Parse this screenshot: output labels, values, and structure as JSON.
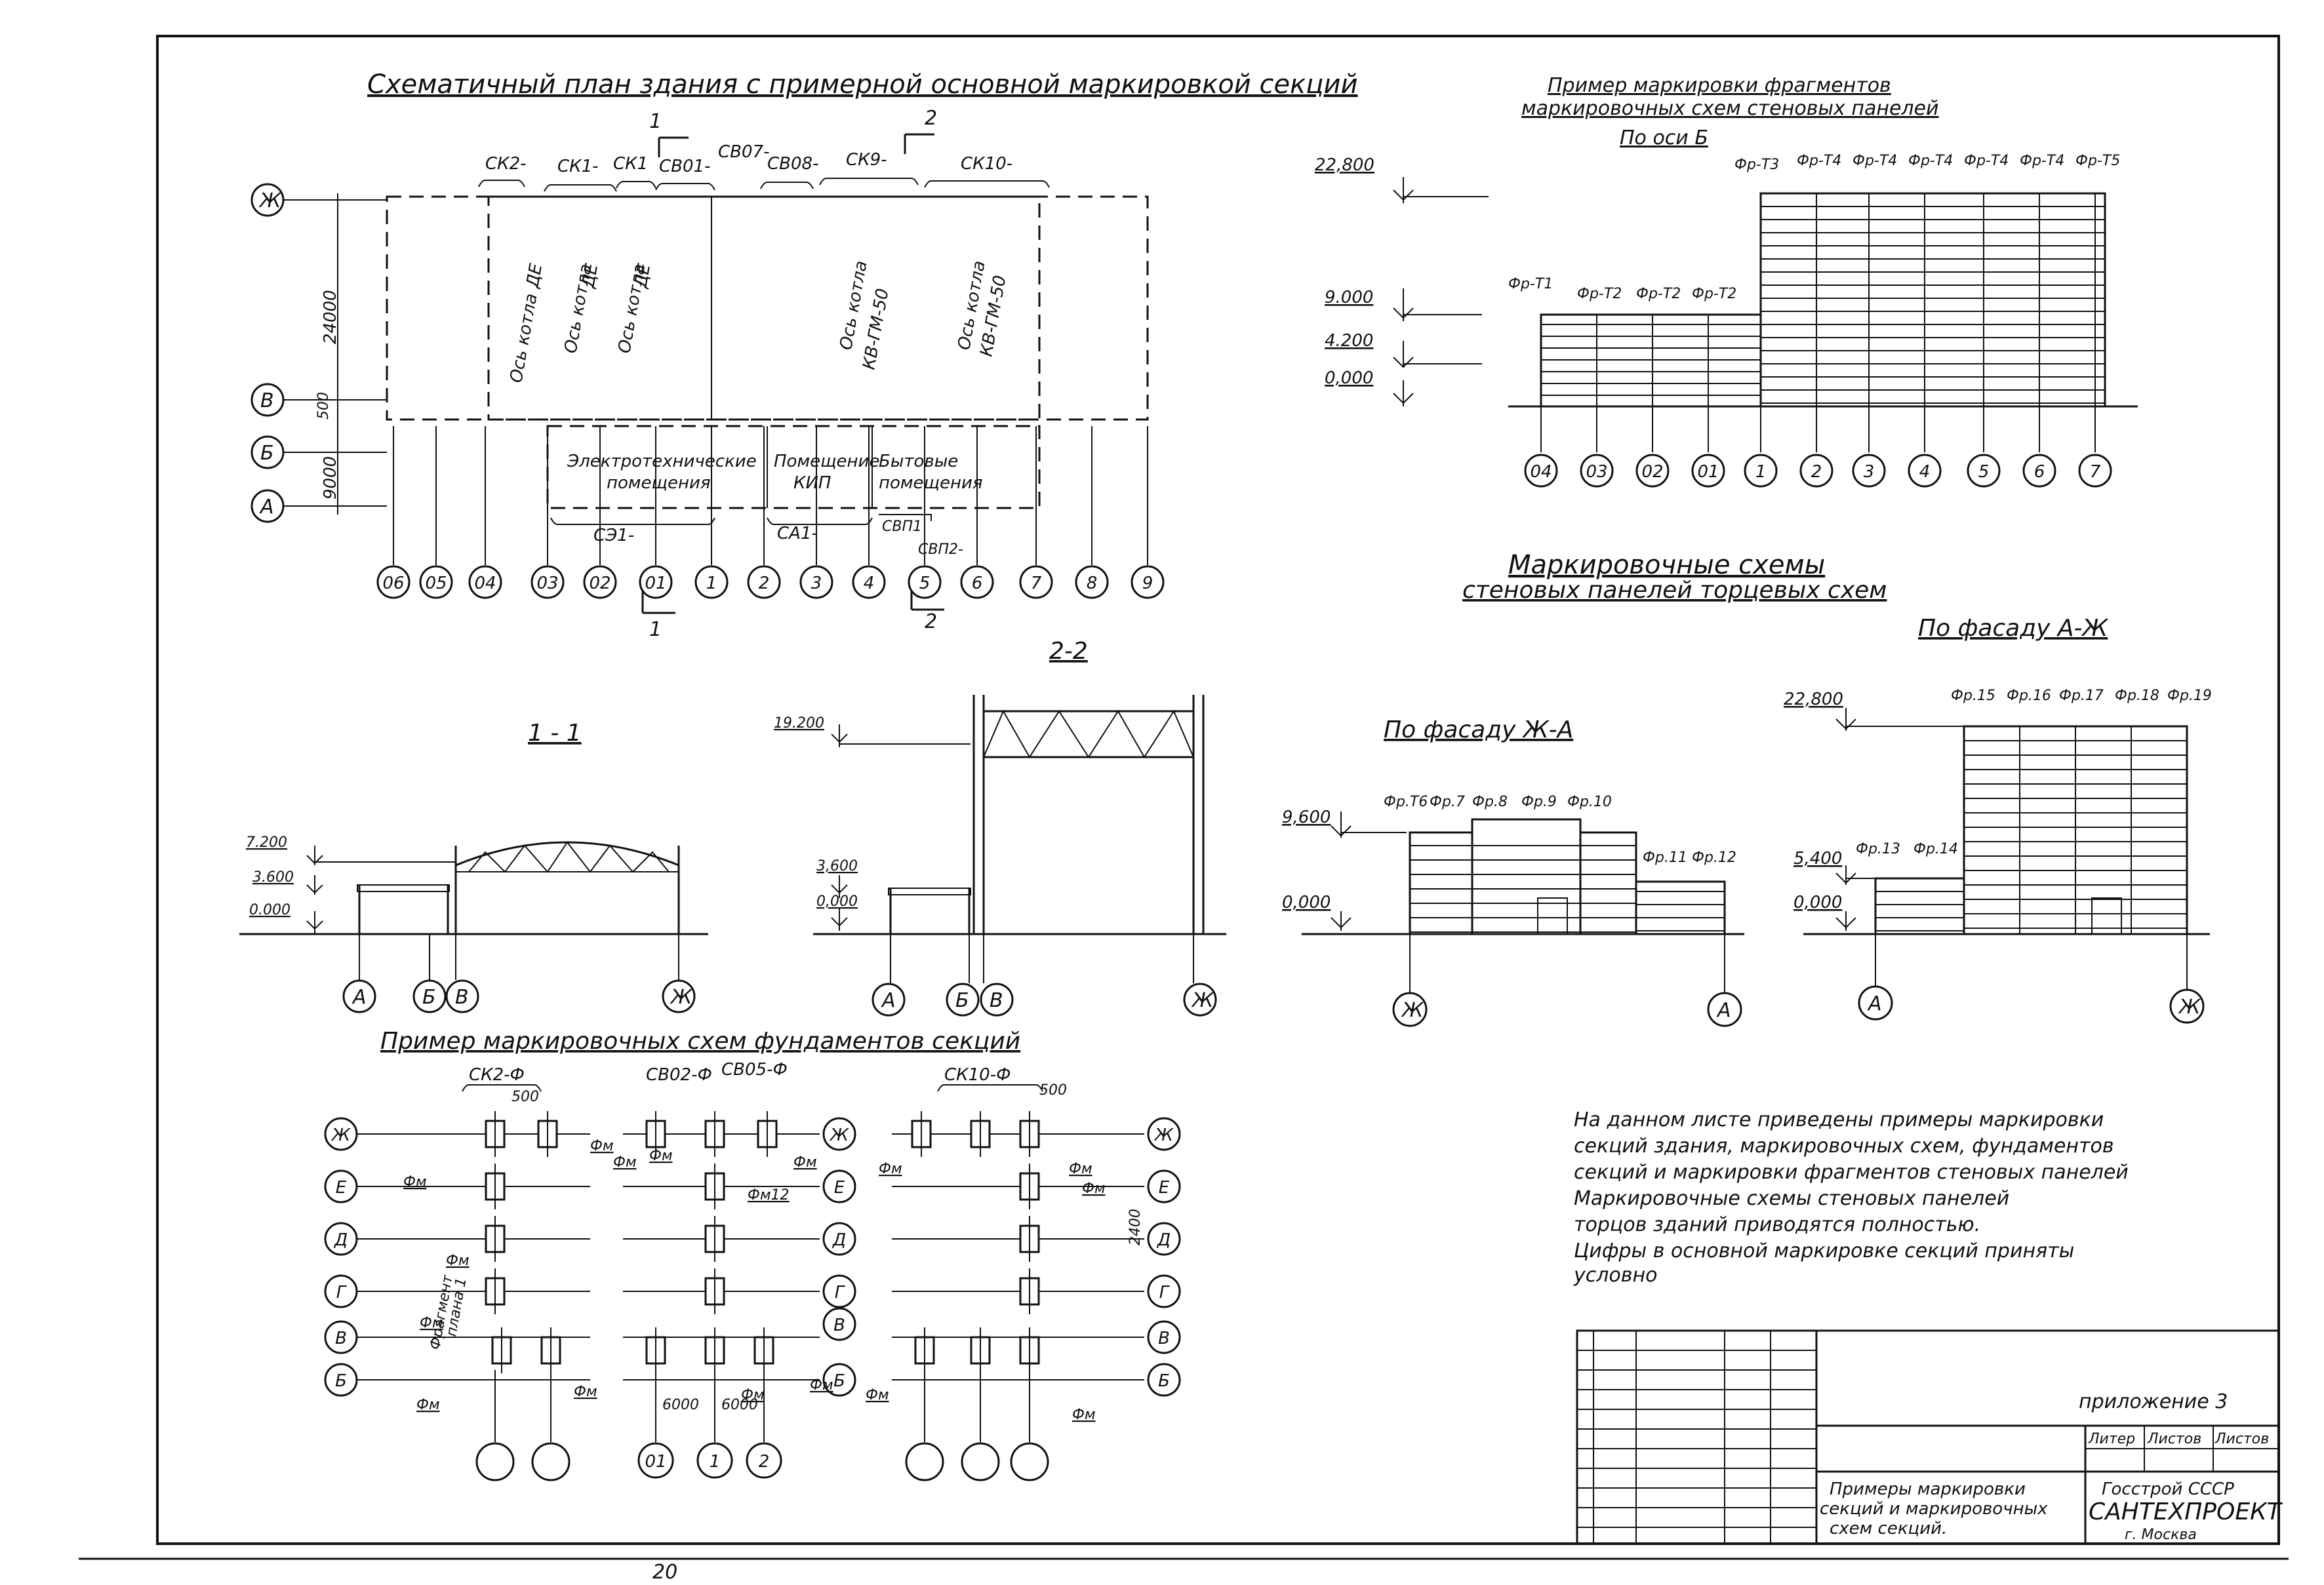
{
  "plan": {
    "title": "Схематичный план здания с примерной основной маркировкой секций",
    "sec1": "1",
    "sec2": "2",
    "dim_24000": "24000",
    "dim_500": "500",
    "dim_9000": "9000",
    "row_labels": [
      "Ж",
      "В",
      "Б",
      "А"
    ],
    "top_labels": [
      "СК2-",
      "СК1-",
      "СК1",
      "СВ01-",
      "СВ07-",
      "СВ08-",
      "СК9-",
      "СК10-"
    ],
    "boiler_axes": [
      {
        "l1": "Ось котла",
        "l2": "ДЕ"
      },
      {
        "l1": "Ось котла",
        "l2": "ДЕ"
      },
      {
        "l1": "Ось котла",
        "l2": "ДЕ"
      },
      {
        "l1": "Ось котла",
        "l2": "КВ-ГМ-50"
      },
      {
        "l1": "Ось котла",
        "l2": "КВ-ГМ-50"
      }
    ],
    "rooms": [
      {
        "l1": "Электротехнические",
        "l2": "помещения"
      },
      {
        "l1": "Помещение",
        "l2": "КИП"
      },
      {
        "l1": "Бытовые",
        "l2": "помещения"
      }
    ],
    "bottom_labels": [
      "СЭ1-",
      "СА1-",
      "СВП1",
      "СВП2-"
    ],
    "axis_bubbles": [
      "06",
      "05",
      "04",
      "03",
      "02",
      "01",
      "1",
      "2",
      "3",
      "4",
      "5",
      "6",
      "7",
      "8",
      "9"
    ]
  },
  "frag": {
    "title1": "Пример маркировки фрагментов",
    "title2": "маркировочных схем стеновых панелей",
    "subtitle": "По оси Б",
    "levels": [
      "22,800",
      "9.000",
      "4.200",
      "0,000"
    ],
    "marks_low": [
      "Фр-Т1",
      "Фр-Т2",
      "Фр-Т2",
      "Фр-Т2"
    ],
    "marks_high": [
      "Фр-Т3",
      "Фр-Т4",
      "Фр-Т4",
      "Фр-Т4",
      "Фр-Т4",
      "Фр-Т4",
      "Фр-Т5"
    ],
    "bubbles": [
      "04",
      "03",
      "02",
      "01",
      "1",
      "2",
      "3",
      "4",
      "5",
      "6",
      "7"
    ]
  },
  "mark": {
    "title1": "Маркировочные схемы",
    "title2": "стеновых панелей торцевых схем",
    "facade_af": "По фасаду А-Ж",
    "facade_fa": "По фасаду Ж-А",
    "fa_levels": [
      "9,600",
      "0,000"
    ],
    "fa_marks": [
      "Фр.Т6",
      "Фр.7",
      "Фр.8",
      "Фр.9",
      "Фр.10",
      "Фр.11",
      "Фр.12"
    ],
    "fa_bubbles": [
      "Ж",
      "А"
    ],
    "af_levels": [
      "22,800",
      "5,400",
      "0,000"
    ],
    "af_marks": [
      "Фр.13",
      "Фр.14",
      "Фр.15",
      "Фр.16",
      "Фр.17",
      "Фр.18",
      "Фр.19"
    ],
    "af_bubbles": [
      "А",
      "Ж"
    ]
  },
  "sec11": {
    "title": "1 - 1",
    "levels": [
      "7.200",
      "3.600",
      "0.000"
    ],
    "bubbles": [
      "А",
      "Б",
      "В",
      "Ж"
    ]
  },
  "sec22": {
    "title": "2-2",
    "levels": [
      "19.200",
      "3,600",
      "0,000"
    ],
    "bubbles": [
      "А",
      "Б",
      "В",
      "Ж"
    ]
  },
  "found": {
    "title": "Пример маркировочных схем фундаментов секций",
    "labels": [
      "СК2-Ф",
      "СВ02-Ф",
      "СВ05-Ф",
      "СК10-Ф"
    ],
    "row_left": [
      "Ж",
      "Е",
      "Д",
      "Г",
      "В",
      "Б"
    ],
    "row_mid": [
      "Ж",
      "Е",
      "Д",
      "Г",
      "В",
      "Б"
    ],
    "row_right": [
      "Ж",
      "Е",
      "Д",
      "Г",
      "В",
      "Б"
    ],
    "fm": "Фм",
    "fm12": "Фм12",
    "frag_label1": "Фрагмент",
    "frag_label2": "плана 1",
    "dims": [
      "500",
      "6000",
      "2400",
      "6000",
      "500"
    ],
    "mid_bubbles": [
      "01",
      "1",
      "2"
    ]
  },
  "note": {
    "lines": [
      "На данном листе приведены примеры маркировки",
      "секций здания, маркировочных схем, фундаментов",
      "секций и маркировки фрагментов стеновых панелей",
      "Маркировочные схемы стеновых панелей",
      "торцов зданий приводятся полностью.",
      "Цифры в основной маркировке секций приняты",
      "условно"
    ]
  },
  "stamp": {
    "appendix": "приложение 3",
    "col_litera": "Литер",
    "col_listov": "Листов",
    "col_list": "Листов",
    "desc1": "Примеры маркировки",
    "desc2": "секций и маркировочных",
    "desc3": "схем секций.",
    "org1": "Госстрой СССР",
    "org2": "САНТЕХПРОЕКТ",
    "org3": "г. Москва"
  },
  "page_number": "20"
}
